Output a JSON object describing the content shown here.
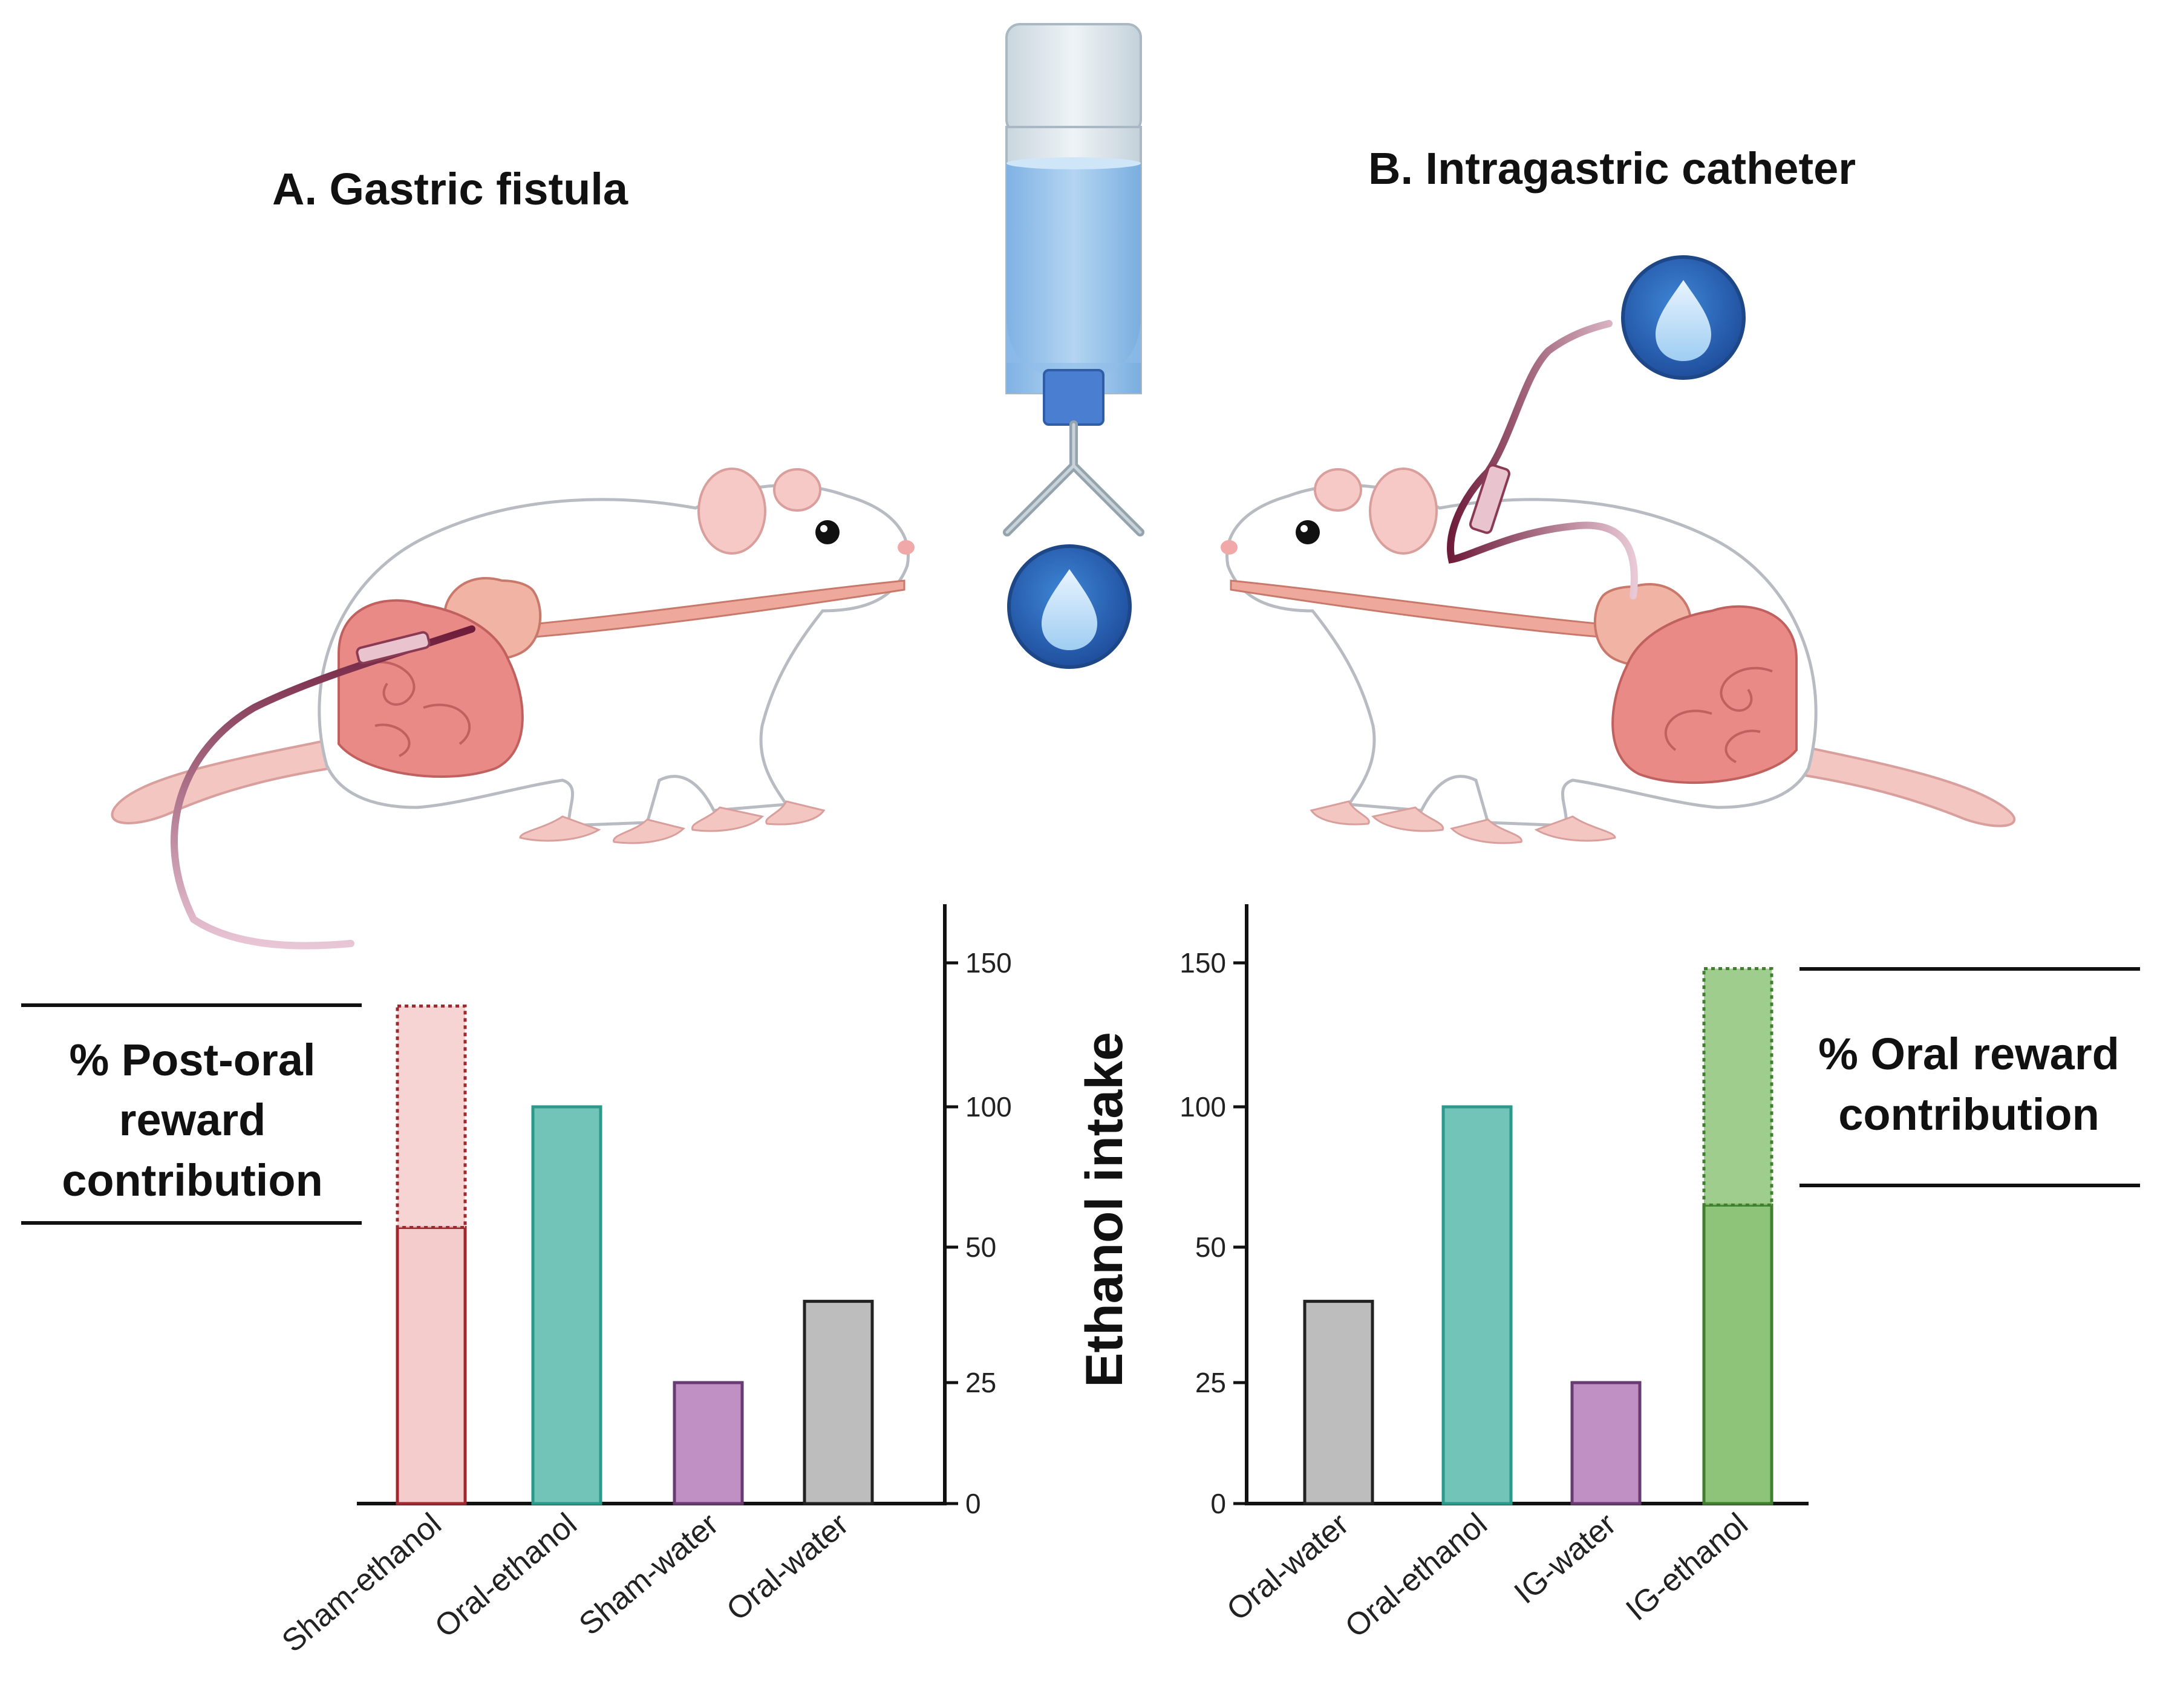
{
  "panel_a": {
    "title": "A. Gastric fistula",
    "annotation_lines": [
      "% Post-oral",
      "reward",
      "contribution"
    ]
  },
  "panel_b": {
    "title": "B. Intragastric catheter",
    "annotation_lines": [
      "% Oral reward",
      "contribution"
    ]
  },
  "icons": {
    "bottle": "water-bottle-icon",
    "drop": "water-drop-icon",
    "rat": "rat-illustration",
    "gut": "digestive-tract-illustration"
  },
  "colors": {
    "sham_ethanol_fill": "#f4cccc",
    "sham_ethanol_stroke": "#a0282e",
    "oral_ethanol": "#72c3b8",
    "oral_ethanol_stroke": "#2a9a8c",
    "water_sham_ig": "#c08fc4",
    "oral_water": "#bdbdbd",
    "ig_ethanol": "#8dc47a",
    "ig_ethanol_stroke": "#3f7f2e",
    "catheter": "#6e1c3a",
    "drop_circle": "#2e6bc2",
    "bottle_water": "#9ac4ec"
  },
  "chart_data": [
    {
      "type": "bar",
      "name": "panel-a-chart",
      "categories": [
        "Sham-ethanol",
        "Oral-ethanol",
        "Sham-water",
        "Oral-water"
      ],
      "values": [
        57,
        100,
        25,
        40
      ],
      "stacked_extension": {
        "category": "Sham-ethanol",
        "top_value": 135,
        "style": "dotted"
      },
      "yaxis_position": "right",
      "ticks": [
        "0",
        "25",
        "50",
        "100",
        "150"
      ],
      "ylim": [
        0,
        165
      ],
      "ylabel": ""
    },
    {
      "type": "bar",
      "name": "panel-b-chart",
      "categories": [
        "Oral-water",
        "Oral-ethanol",
        "IG-water",
        "IG-ethanol"
      ],
      "values": [
        40,
        100,
        25,
        65
      ],
      "stacked_extension": {
        "category": "IG-ethanol",
        "top_value": 148,
        "style": "dotted"
      },
      "yaxis_position": "left",
      "ticks": [
        "0",
        "25",
        "50",
        "100",
        "150"
      ],
      "ylim": [
        0,
        165
      ],
      "ylabel": "Ethanol intake"
    }
  ]
}
